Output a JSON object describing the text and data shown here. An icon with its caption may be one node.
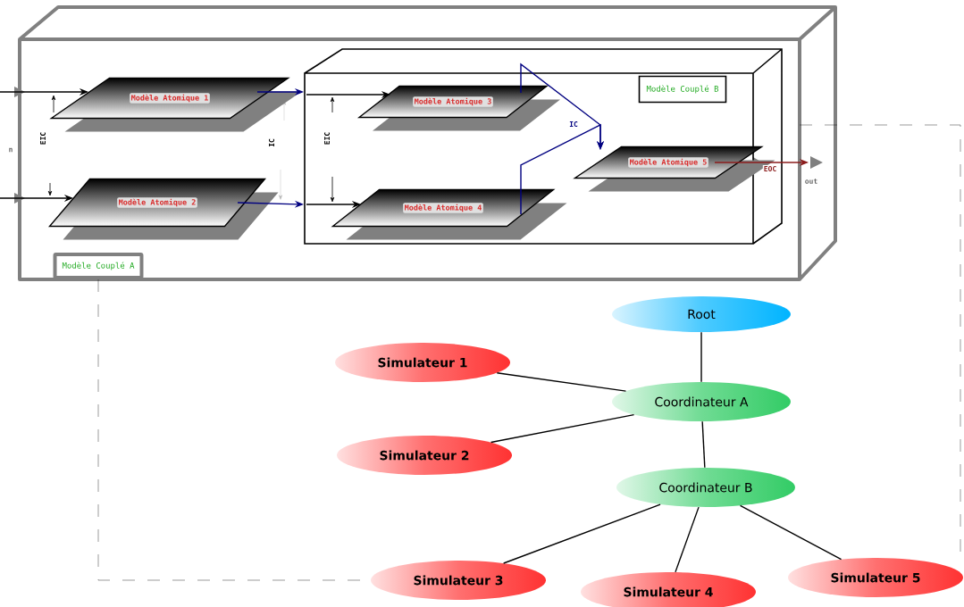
{
  "diagram": {
    "nodes": [
      {
        "text": [
          "Modèle Couplé A"
        ]
      },
      {
        "text": [
          "Modèle Atomique 1"
        ],
        "in": 0
      },
      {
        "text": [
          "Modèle Atomique 2"
        ],
        "in": 0
      },
      {
        "text": [
          "Modèle Couplé B"
        ],
        "in": 0
      },
      {
        "text": [
          "Modèle Atomique 3"
        ],
        "in": 3
      },
      {
        "text": [
          "Modèle Atomique 4"
        ],
        "in": 3
      },
      {
        "text": [
          "Modèle Atomique 5"
        ],
        "in": 3
      },
      {
        "text": [
          "Root"
        ]
      },
      {
        "text": [
          "Simulateur 1"
        ]
      },
      {
        "text": [
          "Coordinateur A"
        ]
      },
      {
        "text": [
          "Simulateur 2"
        ]
      },
      {
        "text": [
          "Coordinateur B"
        ]
      },
      {
        "text": [
          "Simulateur 3"
        ]
      },
      {
        "text": [
          "Simulateur 4"
        ]
      },
      {
        "text": [
          "Simulateur 5"
        ]
      }
    ],
    "edges": [
      {
        "from": null,
        "to": 1,
        "arrow": "to"
      },
      {
        "from": null,
        "to": 2,
        "arrow": "to"
      },
      {
        "from": 1,
        "to": 3,
        "arrow": "to",
        "color": "#000080"
      },
      {
        "from": 2,
        "to": 3,
        "arrow": "to",
        "color": "#000080"
      },
      {
        "from": null,
        "to": 4,
        "arrow": "to"
      },
      {
        "from": null,
        "to": 5,
        "arrow": "to"
      },
      {
        "from": 4,
        "to": 6,
        "arrow": "to",
        "color": "#000080",
        "label": "IC"
      },
      {
        "from": 5,
        "to": 6,
        "arrow": "to",
        "color": "#000080"
      },
      {
        "from": 6,
        "to": 0,
        "arrow": "to",
        "color": "#8b0000",
        "label": "EOC"
      },
      {
        "from": 7,
        "to": 9,
        "arrow": "none"
      },
      {
        "from": 9,
        "to": 8,
        "arrow": "none"
      },
      {
        "from": 9,
        "to": 10,
        "arrow": "none"
      },
      {
        "from": 9,
        "to": 11,
        "arrow": "none"
      },
      {
        "from": 11,
        "to": 12,
        "arrow": "none"
      },
      {
        "from": 11,
        "to": 13,
        "arrow": "none"
      },
      {
        "from": 11,
        "to": 14,
        "arrow": "none"
      },
      {
        "from": 0,
        "to": 12,
        "arrow": "none",
        "style": "dashed"
      },
      {
        "from": 0,
        "to": 14,
        "arrow": "none",
        "style": "dashed"
      }
    ],
    "labels": [
      "n",
      "EIC",
      "IC",
      "EIC",
      "out"
    ]
  }
}
